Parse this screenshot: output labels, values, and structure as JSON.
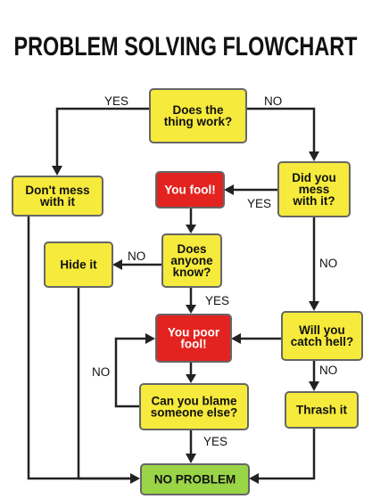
{
  "title": "PROBLEM SOLVING FLOWCHART",
  "colors": {
    "yellow": "#f6ea3c",
    "red": "#e3231f",
    "green": "#9ad547",
    "border": "#666666",
    "line": "#222222"
  },
  "nodes": {
    "does_it_work": {
      "lines": [
        "Does the",
        "thing work?"
      ],
      "color": "yellow"
    },
    "dont_mess": {
      "lines": [
        "Don't mess",
        "with it"
      ],
      "color": "yellow"
    },
    "did_you_mess": {
      "lines": [
        "Did you",
        "mess",
        "with it?"
      ],
      "color": "yellow"
    },
    "you_fool": {
      "lines": [
        "You fool!"
      ],
      "color": "red"
    },
    "does_anyone_know": {
      "lines": [
        "Does",
        "anyone",
        "know?"
      ],
      "color": "yellow"
    },
    "hide_it": {
      "lines": [
        "Hide it"
      ],
      "color": "yellow"
    },
    "you_poor_fool": {
      "lines": [
        "You poor",
        "fool!"
      ],
      "color": "red"
    },
    "catch_hell": {
      "lines": [
        "Will you",
        "catch hell?"
      ],
      "color": "yellow"
    },
    "blame": {
      "lines": [
        "Can you blame",
        "someone else?"
      ],
      "color": "yellow"
    },
    "thrash_it": {
      "lines": [
        "Thrash it"
      ],
      "color": "yellow"
    },
    "no_problem": {
      "lines": [
        "NO PROBLEM"
      ],
      "color": "green"
    }
  },
  "edge_labels": {
    "work_yes": "YES",
    "work_no": "NO",
    "mess_yes": "YES",
    "mess_no": "NO",
    "know_no": "NO",
    "know_yes": "YES",
    "hell_no": "NO",
    "blame_no": "NO",
    "blame_yes": "YES"
  }
}
